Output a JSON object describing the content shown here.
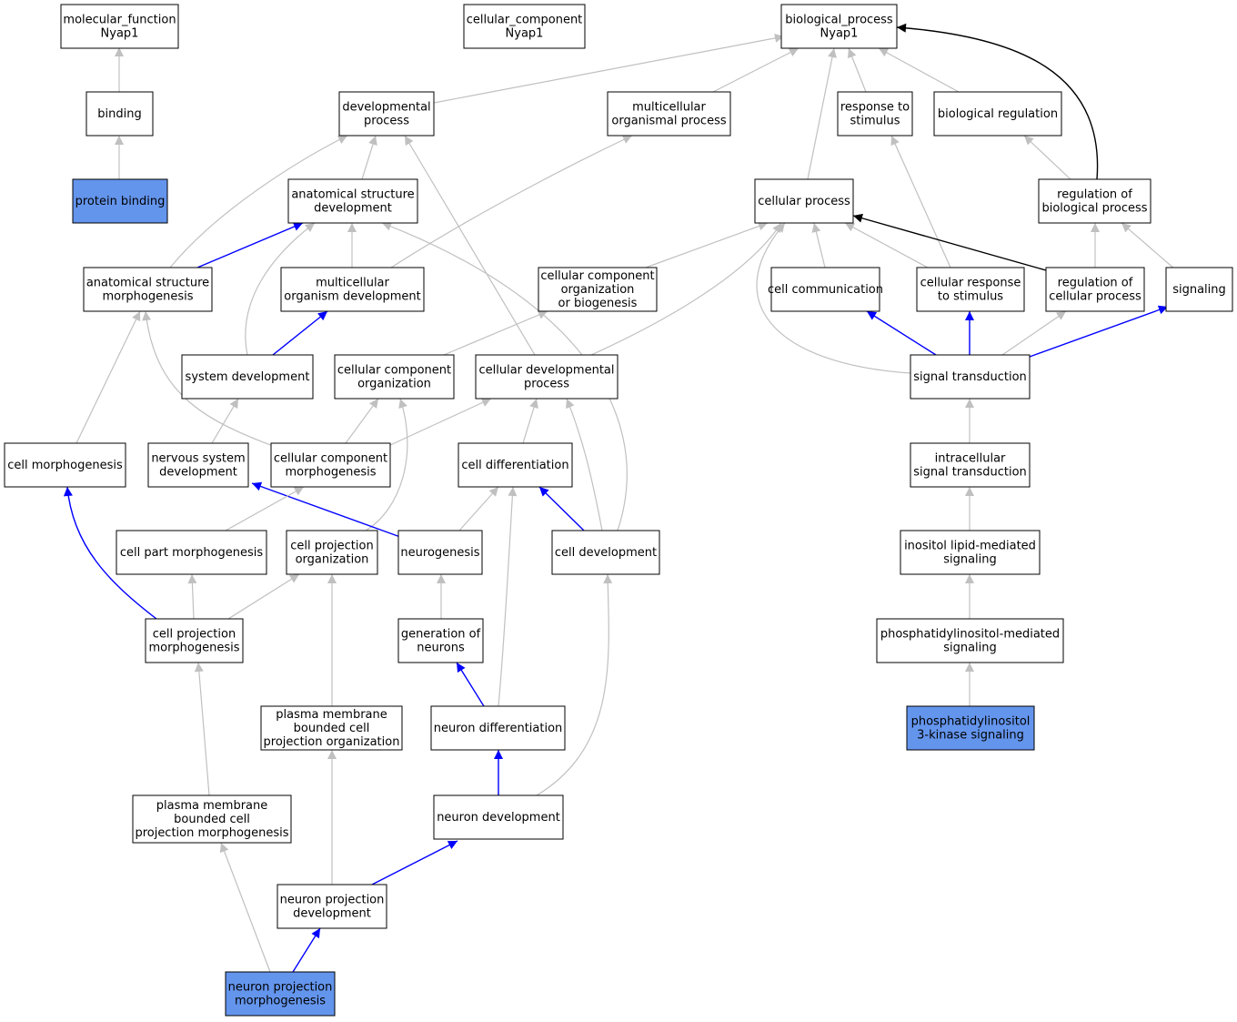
{
  "colors": {
    "node_fill": "#ffffff",
    "highlight_fill": "#6495ed",
    "edge_gray": "#c0c0c0",
    "edge_blue": "#0000ff",
    "edge_black": "#000000"
  },
  "nodes": [
    {
      "id": "mf",
      "lines": [
        "molecular_function",
        "Nyap1"
      ]
    },
    {
      "id": "cc",
      "lines": [
        "cellular_component",
        "Nyap1"
      ]
    },
    {
      "id": "bp",
      "lines": [
        "biological_process",
        "Nyap1"
      ]
    },
    {
      "id": "binding",
      "lines": [
        "binding"
      ]
    },
    {
      "id": "devproc",
      "lines": [
        "developmental",
        "process"
      ]
    },
    {
      "id": "multiproc",
      "lines": [
        "multicellular",
        "organismal process"
      ]
    },
    {
      "id": "resp",
      "lines": [
        "response to",
        "stimulus"
      ]
    },
    {
      "id": "bioreg",
      "lines": [
        "biological regulation"
      ]
    },
    {
      "id": "protbind",
      "lines": [
        "protein binding"
      ],
      "highlight": true
    },
    {
      "id": "anatdev",
      "lines": [
        "anatomical structure",
        "development"
      ]
    },
    {
      "id": "cellproc",
      "lines": [
        "cellular process"
      ]
    },
    {
      "id": "regbio",
      "lines": [
        "regulation of",
        "biological process"
      ]
    },
    {
      "id": "anatmorph",
      "lines": [
        "anatomical structure",
        "morphogenesis"
      ]
    },
    {
      "id": "multidev",
      "lines": [
        "multicellular",
        "organism development"
      ]
    },
    {
      "id": "ccob",
      "lines": [
        "cellular component",
        "organization",
        "or biogenesis"
      ]
    },
    {
      "id": "cellcomm",
      "lines": [
        "cell communication"
      ]
    },
    {
      "id": "cellresp",
      "lines": [
        "cellular response",
        "to stimulus"
      ]
    },
    {
      "id": "regcell",
      "lines": [
        "regulation of",
        "cellular process"
      ]
    },
    {
      "id": "signaling",
      "lines": [
        "signaling"
      ]
    },
    {
      "id": "sysdev",
      "lines": [
        "system development"
      ]
    },
    {
      "id": "ccorg",
      "lines": [
        "cellular component",
        "organization"
      ]
    },
    {
      "id": "celldevproc",
      "lines": [
        "cellular developmental",
        "process"
      ]
    },
    {
      "id": "sigtrans",
      "lines": [
        "signal transduction"
      ]
    },
    {
      "id": "cellmorph",
      "lines": [
        "cell morphogenesis"
      ]
    },
    {
      "id": "nsdev",
      "lines": [
        "nervous system",
        "development"
      ]
    },
    {
      "id": "ccmorph",
      "lines": [
        "cellular component",
        "morphogenesis"
      ]
    },
    {
      "id": "celldiff",
      "lines": [
        "cell differentiation"
      ]
    },
    {
      "id": "intrasig",
      "lines": [
        "intracellular",
        "signal transduction"
      ]
    },
    {
      "id": "cellpartmorph",
      "lines": [
        "cell part morphogenesis"
      ]
    },
    {
      "id": "cpo",
      "lines": [
        "cell projection",
        "organization"
      ]
    },
    {
      "id": "neurogenesis",
      "lines": [
        "neurogenesis"
      ]
    },
    {
      "id": "celldev",
      "lines": [
        "cell development"
      ]
    },
    {
      "id": "inositol",
      "lines": [
        "inositol lipid-mediated",
        "signaling"
      ]
    },
    {
      "id": "cpm",
      "lines": [
        "cell projection",
        "morphogenesis"
      ]
    },
    {
      "id": "genneur",
      "lines": [
        "generation of",
        "neurons"
      ]
    },
    {
      "id": "pims",
      "lines": [
        "phosphatidylinositol-mediated",
        "signaling"
      ]
    },
    {
      "id": "pmbcpo",
      "lines": [
        "plasma membrane",
        "bounded cell",
        "projection organization"
      ]
    },
    {
      "id": "neurdiff",
      "lines": [
        "neuron differentiation"
      ]
    },
    {
      "id": "pi3k",
      "lines": [
        "phosphatidylinositol",
        "3-kinase signaling"
      ],
      "highlight": true
    },
    {
      "id": "pmbcpm",
      "lines": [
        "plasma membrane",
        "bounded cell",
        "projection morphogenesis"
      ]
    },
    {
      "id": "neurdev",
      "lines": [
        "neuron development"
      ]
    },
    {
      "id": "npd",
      "lines": [
        "neuron projection",
        "development"
      ]
    },
    {
      "id": "npm",
      "lines": [
        "neuron projection",
        "morphogenesis"
      ],
      "highlight": true
    }
  ],
  "edges": [
    {
      "from": "binding",
      "to": "mf",
      "color": "gray"
    },
    {
      "from": "protbind",
      "to": "binding",
      "color": "gray"
    },
    {
      "from": "devproc",
      "to": "bp",
      "color": "gray"
    },
    {
      "from": "multiproc",
      "to": "bp",
      "color": "gray"
    },
    {
      "from": "resp",
      "to": "bp",
      "color": "gray"
    },
    {
      "from": "bioreg",
      "to": "bp",
      "color": "gray"
    },
    {
      "from": "cellproc",
      "to": "bp",
      "color": "gray"
    },
    {
      "from": "regbio",
      "to": "bp",
      "color": "black"
    },
    {
      "from": "anatdev",
      "to": "devproc",
      "color": "gray"
    },
    {
      "from": "anatmorph",
      "to": "devproc",
      "color": "gray"
    },
    {
      "from": "celldevproc",
      "to": "devproc",
      "color": "gray"
    },
    {
      "from": "multidev",
      "to": "multiproc",
      "color": "gray"
    },
    {
      "from": "cellresp",
      "to": "resp",
      "color": "gray"
    },
    {
      "from": "regbio",
      "to": "bioreg",
      "color": "gray"
    },
    {
      "from": "anatmorph",
      "to": "anatdev",
      "color": "blue"
    },
    {
      "from": "multidev",
      "to": "anatdev",
      "color": "gray"
    },
    {
      "from": "sysdev",
      "to": "anatdev",
      "color": "gray"
    },
    {
      "from": "celldev",
      "to": "anatdev",
      "color": "gray"
    },
    {
      "from": "ccob",
      "to": "cellproc",
      "color": "gray"
    },
    {
      "from": "cellcomm",
      "to": "cellproc",
      "color": "gray"
    },
    {
      "from": "cellresp",
      "to": "cellproc",
      "color": "gray"
    },
    {
      "from": "regcell",
      "to": "cellproc",
      "color": "black"
    },
    {
      "from": "celldevproc",
      "to": "cellproc",
      "color": "gray"
    },
    {
      "from": "sigtrans",
      "to": "cellproc",
      "color": "gray"
    },
    {
      "from": "regcell",
      "to": "regbio",
      "color": "gray"
    },
    {
      "from": "signaling",
      "to": "regbio",
      "color": "gray"
    },
    {
      "from": "cellmorph",
      "to": "anatmorph",
      "color": "gray"
    },
    {
      "from": "ccmorph",
      "to": "anatmorph",
      "color": "gray"
    },
    {
      "from": "sysdev",
      "to": "multidev",
      "color": "blue"
    },
    {
      "from": "ccorg",
      "to": "ccob",
      "color": "gray"
    },
    {
      "from": "sigtrans",
      "to": "cellcomm",
      "color": "blue"
    },
    {
      "from": "sigtrans",
      "to": "cellresp",
      "color": "blue"
    },
    {
      "from": "sigtrans",
      "to": "regcell",
      "color": "gray"
    },
    {
      "from": "sigtrans",
      "to": "signaling",
      "color": "blue"
    },
    {
      "from": "nsdev",
      "to": "sysdev",
      "color": "gray"
    },
    {
      "from": "ccmorph",
      "to": "ccorg",
      "color": "gray"
    },
    {
      "from": "cpo",
      "to": "ccorg",
      "color": "gray"
    },
    {
      "from": "ccmorph",
      "to": "celldevproc",
      "color": "gray"
    },
    {
      "from": "celldiff",
      "to": "celldevproc",
      "color": "gray"
    },
    {
      "from": "celldev",
      "to": "celldevproc",
      "color": "gray"
    },
    {
      "from": "intrasig",
      "to": "sigtrans",
      "color": "gray"
    },
    {
      "from": "cpm",
      "to": "cellmorph",
      "color": "blue"
    },
    {
      "from": "neurogenesis",
      "to": "nsdev",
      "color": "blue"
    },
    {
      "from": "cellpartmorph",
      "to": "ccmorph",
      "color": "gray"
    },
    {
      "from": "neurogenesis",
      "to": "celldiff",
      "color": "gray"
    },
    {
      "from": "neurdiff",
      "to": "celldiff",
      "color": "gray"
    },
    {
      "from": "celldev",
      "to": "celldiff",
      "color": "blue"
    },
    {
      "from": "inositol",
      "to": "intrasig",
      "color": "gray"
    },
    {
      "from": "cpm",
      "to": "cellpartmorph",
      "color": "gray"
    },
    {
      "from": "cpm",
      "to": "cpo",
      "color": "gray"
    },
    {
      "from": "pmbcpo",
      "to": "cpo",
      "color": "gray"
    },
    {
      "from": "genneur",
      "to": "neurogenesis",
      "color": "gray"
    },
    {
      "from": "neurdev",
      "to": "celldev",
      "color": "gray"
    },
    {
      "from": "pims",
      "to": "inositol",
      "color": "gray"
    },
    {
      "from": "pmbcpm",
      "to": "cpm",
      "color": "gray"
    },
    {
      "from": "neurdiff",
      "to": "genneur",
      "color": "blue"
    },
    {
      "from": "pi3k",
      "to": "pims",
      "color": "gray"
    },
    {
      "from": "npd",
      "to": "pmbcpo",
      "color": "gray"
    },
    {
      "from": "neurdev",
      "to": "neurdiff",
      "color": "blue"
    },
    {
      "from": "npm",
      "to": "pmbcpm",
      "color": "gray"
    },
    {
      "from": "npd",
      "to": "neurdev",
      "color": "blue"
    },
    {
      "from": "npm",
      "to": "npd",
      "color": "blue"
    }
  ]
}
